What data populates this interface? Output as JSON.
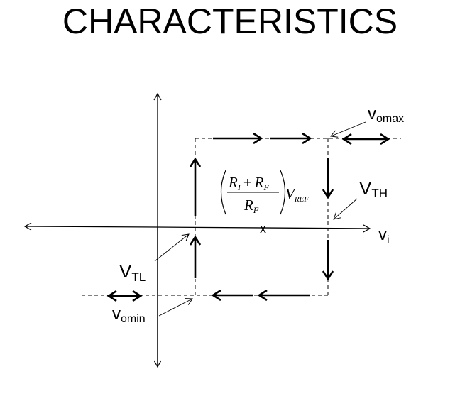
{
  "title": "CHARACTERISTICS",
  "labels": {
    "vomax": {
      "main": "v",
      "sub": "omax"
    },
    "vth": {
      "main": "V",
      "sub": "TH"
    },
    "vtl": {
      "main": "V",
      "sub": "TL"
    },
    "vomin": {
      "main": "v",
      "sub": "omin"
    },
    "vi": {
      "main": "v",
      "sub": "i"
    },
    "center_mark": "x"
  },
  "formula": {
    "numerator_r1": "R",
    "numerator_r1_sub": "I",
    "plus": "+",
    "numerator_r2": "R",
    "numerator_r2_sub": "F",
    "denominator": "R",
    "denominator_sub": "F",
    "vref": "V",
    "vref_sub": "REF"
  }
}
